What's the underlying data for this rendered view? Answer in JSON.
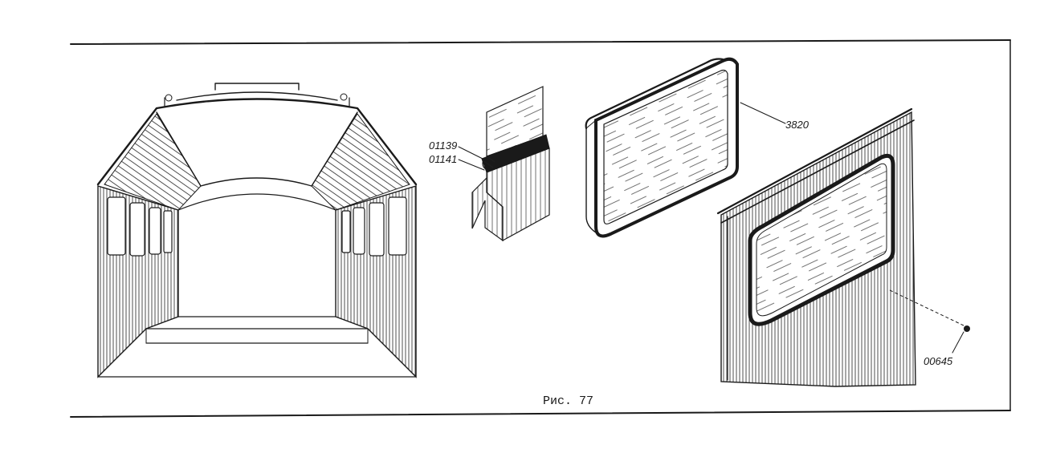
{
  "labels": {
    "gasket_top": "01139",
    "gasket_bottom": "01141",
    "frame_seal": "3820",
    "screw": "00645"
  },
  "caption": "Рис. 77"
}
